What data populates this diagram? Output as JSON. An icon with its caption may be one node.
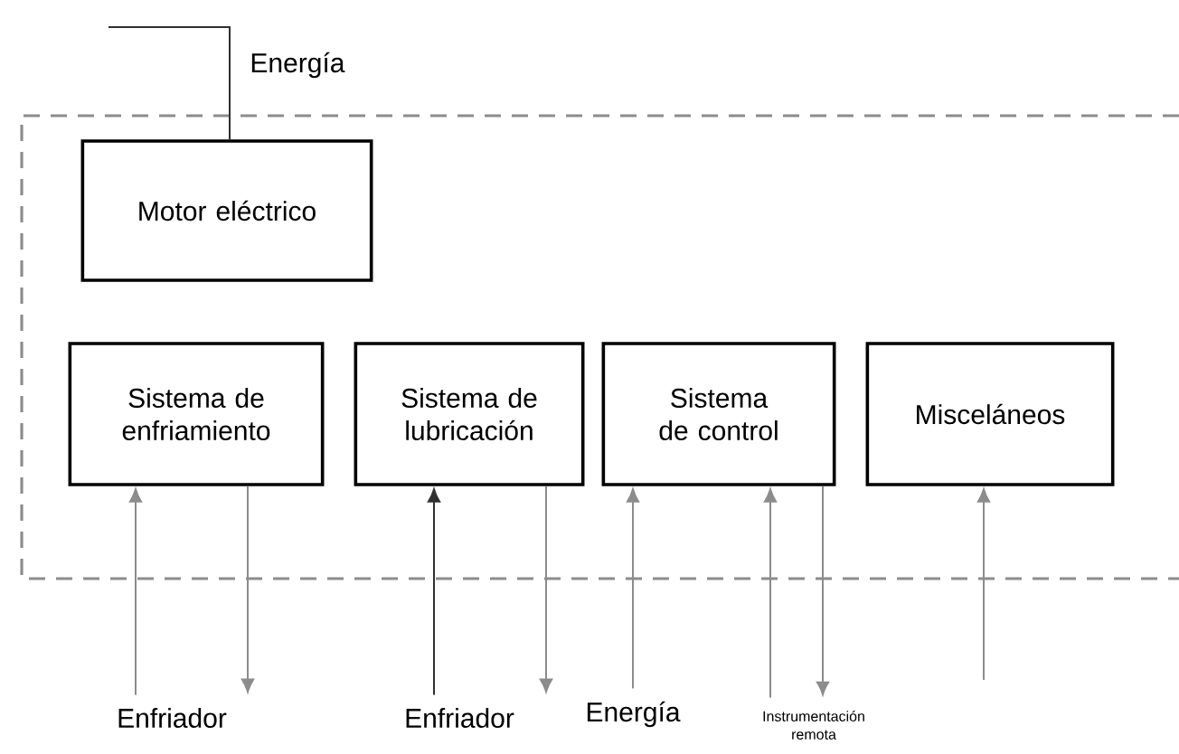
{
  "diagram": {
    "nodes": [
      {
        "text": [
          "Motor eléctrico"
        ]
      },
      {
        "text": [
          "Sistema de enfriamiento"
        ]
      },
      {
        "text": [
          "Sistema de lubricación"
        ]
      },
      {
        "text": [
          "Sistema de control"
        ]
      },
      {
        "text": [
          "Misceláneos"
        ]
      },
      {
        "text": [
          "Enfriador"
        ]
      },
      {
        "text": [
          "Enfriador"
        ]
      },
      {
        "text": [
          "Energía"
        ]
      },
      {
        "text": [
          "Instrumentación remota"
        ]
      }
    ],
    "edges": [
      {
        "from": null,
        "to": 0,
        "arrow": "none",
        "label": "Energía",
        "color": "#303030"
      },
      {
        "from": 5,
        "to": 1,
        "arrow": "to"
      },
      {
        "from": 1,
        "to": 5,
        "arrow": "to"
      },
      {
        "from": 6,
        "to": 2,
        "arrow": "to",
        "color": "#303030"
      },
      {
        "from": 2,
        "to": 6,
        "arrow": "to"
      },
      {
        "from": 7,
        "to": 3,
        "arrow": "to"
      },
      {
        "from": 8,
        "to": 3,
        "arrow": "to"
      },
      {
        "from": 3,
        "to": 8,
        "arrow": "to"
      },
      {
        "from": null,
        "to": 4,
        "arrow": "to"
      }
    ]
  }
}
